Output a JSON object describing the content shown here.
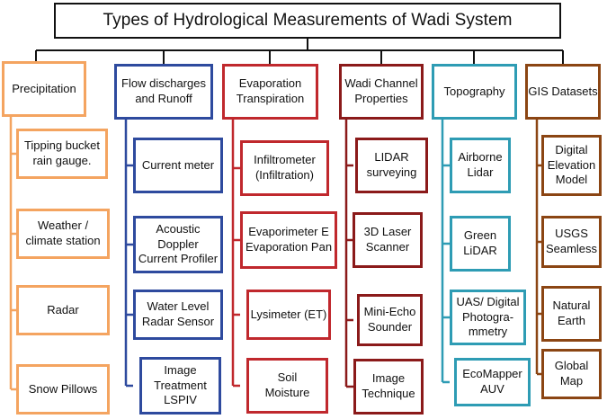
{
  "title": "Types of Hydrological Measurements of Wadi System",
  "colors": {
    "title_border": "#111111",
    "connector": "#111111",
    "precipitation": "#f4a460",
    "flow": "#2e4a9e",
    "evaporation": "#c0282d",
    "channel": "#8b1a1a",
    "topography": "#2e9cb4",
    "gis": "#8b4513"
  },
  "categories": [
    {
      "label": "Precipitation",
      "children": [
        "Tipping bucket\nrain gauge.",
        "Weather /\nclimate station",
        "Radar",
        "Snow Pillows"
      ]
    },
    {
      "label": "Flow discharges\nand Runoff",
      "children": [
        "Current meter",
        "Acoustic\nDoppler\nCurrent Profiler",
        "Water Level\nRadar Sensor",
        "Image\nTreatment\nLSPIV"
      ]
    },
    {
      "label": "Evaporation\nTranspiration",
      "children": [
        "Infiltrometer\n(Infiltration)",
        "Evaporimeter E\nEvaporation Pan",
        "Lysimeter (ET)",
        "Soil\nMoisture"
      ]
    },
    {
      "label": "Wadi Channel\nProperties",
      "children": [
        "LIDAR\nsurveying",
        "3D Laser\nScanner",
        "Mini-Echo\nSounder",
        "Image\nTechnique"
      ]
    },
    {
      "label": "Topography",
      "children": [
        "Airborne\nLidar",
        "Green\nLiDAR",
        "UAS/ Digital\nPhotogra-\nmmetry",
        "EcoMapper\nAUV"
      ]
    },
    {
      "label": "GIS Datasets",
      "children": [
        "Digital\nElevation\nModel",
        "USGS\nSeamless",
        "Natural\nEarth",
        "Global\nMap"
      ]
    }
  ]
}
